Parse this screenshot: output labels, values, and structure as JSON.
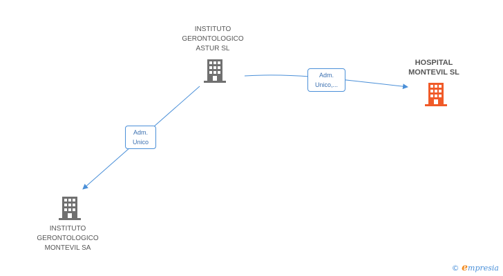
{
  "nodes": {
    "astur": {
      "label": "INSTITUTO\nGERONTOLOGICO\nASTUR SL",
      "icon": "building-icon",
      "color": "#707070"
    },
    "hospital": {
      "label": "HOSPITAL\nMONTEVIL SL",
      "icon": "building-icon",
      "color": "#f05a28"
    },
    "montevil_sa": {
      "label": "INSTITUTO\nGERONTOLOGICO\nMONTEVIL SA",
      "icon": "building-icon",
      "color": "#707070"
    }
  },
  "edges": [
    {
      "from": "astur",
      "to": "hospital",
      "label": "Adm.\nUnico,..."
    },
    {
      "from": "astur",
      "to": "montevil_sa",
      "label": "Adm.\nUnico"
    }
  ],
  "colors": {
    "edge": "#4a8fd8"
  },
  "watermark": {
    "copyright": "©",
    "brand_initial": "e",
    "brand_rest": "mpresia"
  }
}
